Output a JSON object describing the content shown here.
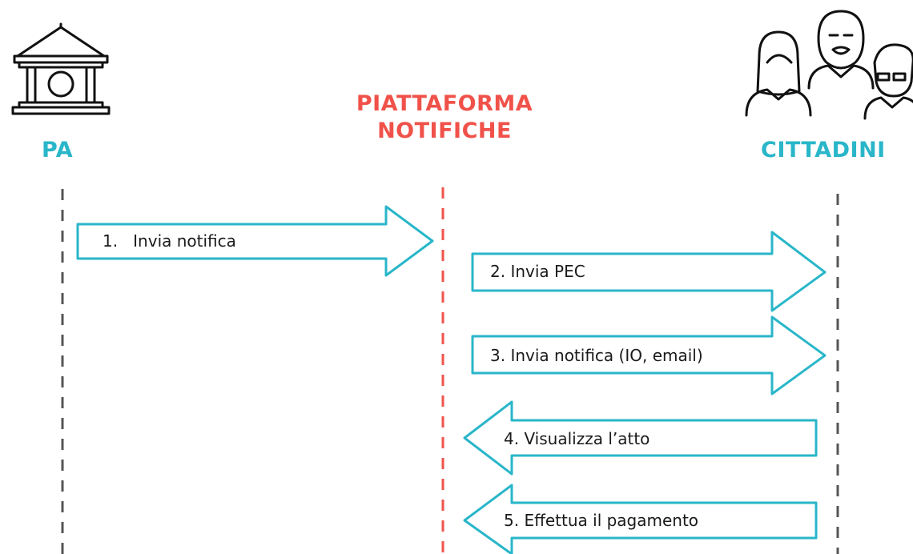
{
  "colors": {
    "accent": "#29b6c9",
    "platform": "#f0524a",
    "lifeline": "#555555"
  },
  "actors": {
    "pa": {
      "label": "PA",
      "icon": "government-building-icon"
    },
    "platform": {
      "line1": "PIATTAFORMA",
      "line2": "NOTIFICHE"
    },
    "citizens": {
      "label": "CITTADINI",
      "icon": "people-group-icon"
    }
  },
  "steps": [
    {
      "label": "1.   Invia notifica",
      "from": "PA",
      "to": "PIATTAFORMA NOTIFICHE",
      "direction": "right"
    },
    {
      "label": "2. Invia PEC",
      "from": "PIATTAFORMA NOTIFICHE",
      "to": "CITTADINI",
      "direction": "right"
    },
    {
      "label": "3. Invia notifica (IO, email)",
      "from": "PIATTAFORMA NOTIFICHE",
      "to": "CITTADINI",
      "direction": "right"
    },
    {
      "label": "4. Visualizza l’atto",
      "from": "CITTADINI",
      "to": "PIATTAFORMA NOTIFICHE",
      "direction": "left"
    },
    {
      "label": "5. Effettua il pagamento",
      "from": "CITTADINI",
      "to": "PIATTAFORMA NOTIFICHE",
      "direction": "left"
    }
  ]
}
